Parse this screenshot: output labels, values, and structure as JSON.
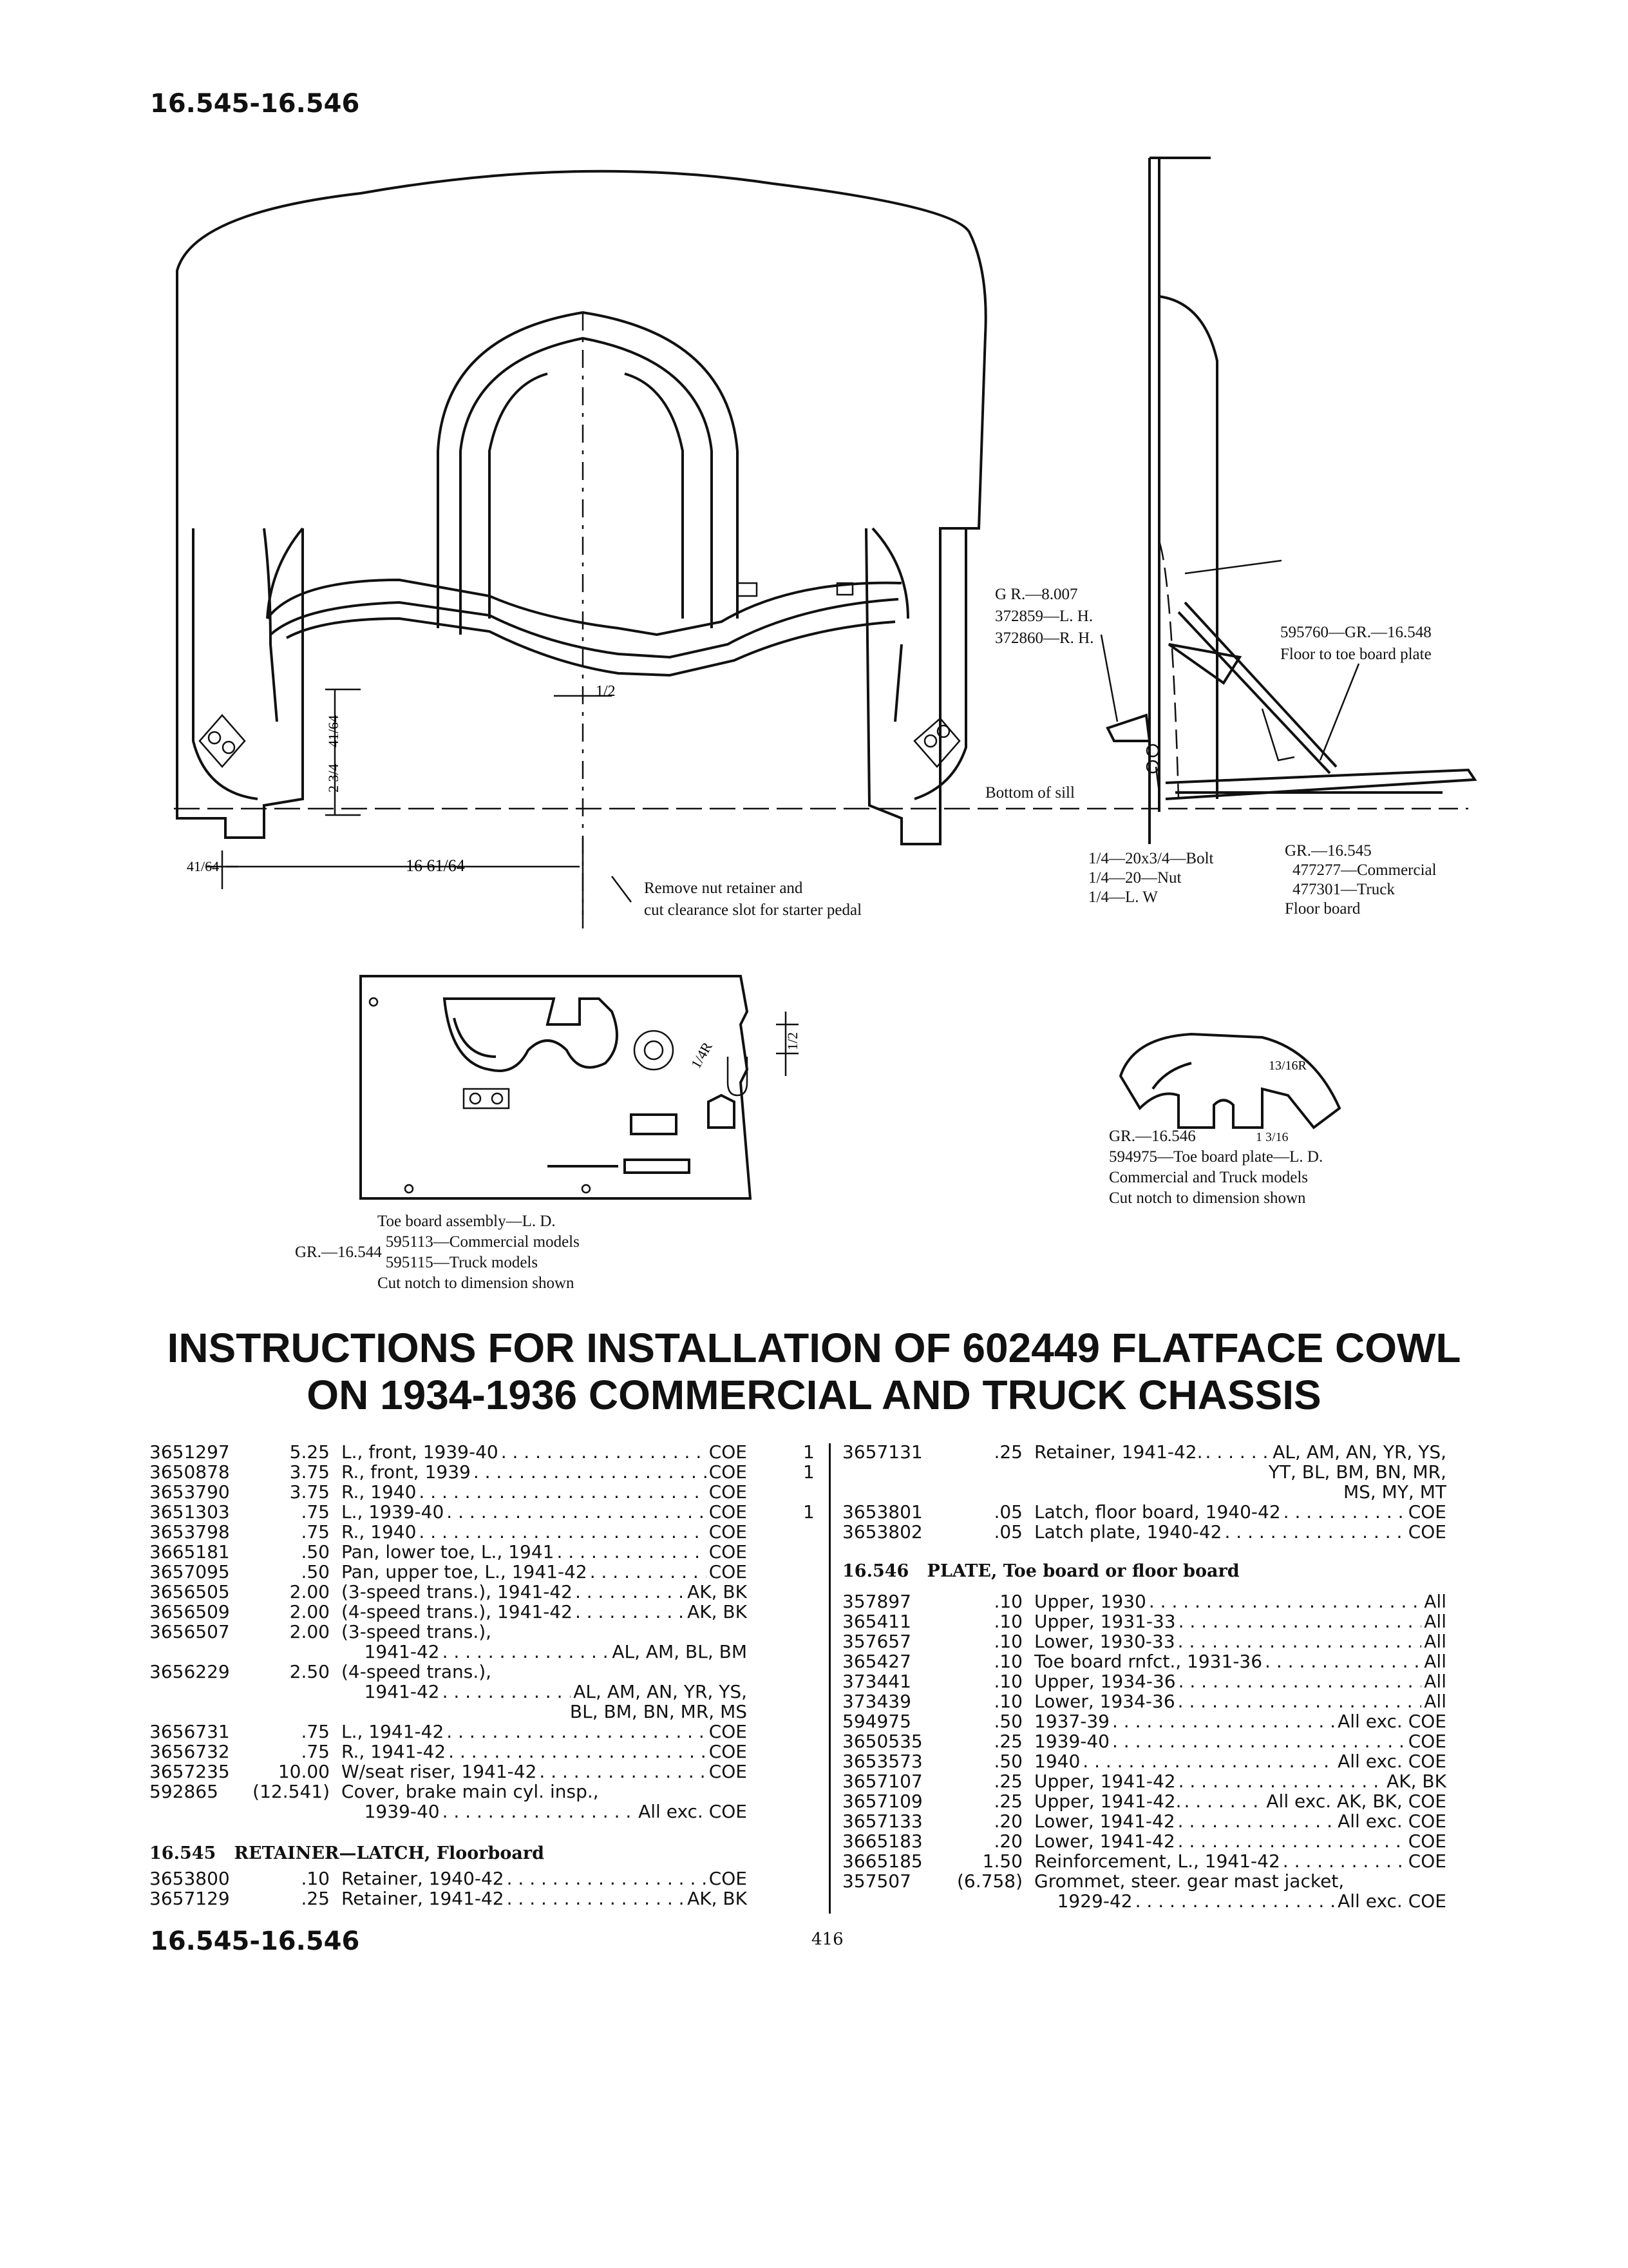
{
  "page_header": "16.545-16.546",
  "page_footer": "16.545-16.546",
  "page_number": "416",
  "title_line1": "INSTRUCTIONS FOR INSTALLATION OF 602449 FLATFACE COWL",
  "title_line2": "ON 1934-1936 COMMERCIAL AND TRUCK CHASSIS",
  "diagram": {
    "dim_half": "1/2",
    "dim_a": "41/64",
    "dim_b": "2 3/4",
    "dim_c": "41/64",
    "dim_d": "16 61/64",
    "remove_note": [
      "Remove nut retainer and",
      "cut clearance slot for starter pedal"
    ],
    "gr_8007": [
      "G R.—8.007",
      "372859—L. H.",
      "372860—R. H."
    ],
    "gr_16548": [
      "595760—GR.—16.548",
      "Floor to toe board plate"
    ],
    "bottom_sill": "Bottom of sill",
    "bolts": [
      "1/4—20x3/4—Bolt",
      "1/4—20—Nut",
      "1/4—L. W"
    ],
    "gr_16545": [
      "GR.—16.545",
      "477277—Commercial",
      "477301—Truck",
      "Floor board"
    ],
    "toe_board_label": [
      "Toe board assembly—L. D.",
      "GR.—16.544",
      "595113—Commercial models",
      "595115—Truck models",
      "Cut notch to dimension shown"
    ],
    "toe_dim": "1/2",
    "toe_radius": "1/4R",
    "plate_radius": "13/16R",
    "plate_dim": "1 3/16",
    "gr_16546": [
      "GR.—16.546",
      "594975—Toe board plate—L. D.",
      "Commercial and Truck models",
      "Cut notch to dimension shown"
    ]
  },
  "left_column": [
    {
      "part": "3651297",
      "price": "5.25",
      "desc": "L., front, 1939-40",
      "models": "COE",
      "qty": "1"
    },
    {
      "part": "3650878",
      "price": "3.75",
      "desc": "R., front, 1939",
      "models": "COE",
      "qty": "1"
    },
    {
      "part": "3653790",
      "price": "3.75",
      "desc": "R., 1940",
      "models": "COE",
      "qty": ""
    },
    {
      "part": "3651303",
      "price": ".75",
      "desc": "L., 1939-40",
      "models": "COE",
      "qty": "1"
    },
    {
      "part": "3653798",
      "price": ".75",
      "desc": "R., 1940",
      "models": "COE",
      "qty": ""
    },
    {
      "part": "3665181",
      "price": ".50",
      "desc": "Pan, lower toe, L., 1941",
      "models": "COE",
      "qty": ""
    },
    {
      "part": "3657095",
      "price": ".50",
      "desc": "Pan, upper toe, L., 1941-42",
      "models": "COE",
      "qty": ""
    },
    {
      "part": "3656505",
      "price": "2.00",
      "desc": "(3-speed trans.), 1941-42",
      "models": "AK, BK",
      "qty": ""
    },
    {
      "part": "3656509",
      "price": "2.00",
      "desc": "(4-speed trans.), 1941-42",
      "models": "AK, BK",
      "qty": ""
    },
    {
      "part": "3656507",
      "price": "2.00",
      "desc": "(3-speed trans.),",
      "models": "",
      "qty": ""
    },
    {
      "part": "",
      "price": "",
      "desc": "    1941-42",
      "models": "AL, AM, BL, BM",
      "qty": ""
    },
    {
      "part": "3656229",
      "price": "2.50",
      "desc": "(4-speed trans.),",
      "models": "",
      "qty": ""
    },
    {
      "part": "",
      "price": "",
      "desc": "    1941-42",
      "models": "AL, AM, AN, YR, YS,",
      "qty": ""
    },
    {
      "part": "",
      "price": "",
      "desc": "",
      "models": "BL, BM, BN, MR, MS",
      "qty": ""
    },
    {
      "part": "3656731",
      "price": ".75",
      "desc": "L., 1941-42",
      "models": "COE",
      "qty": ""
    },
    {
      "part": "3656732",
      "price": ".75",
      "desc": "R., 1941-42",
      "models": "COE",
      "qty": ""
    },
    {
      "part": "3657235",
      "price": "10.00",
      "desc": "W/seat riser, 1941-42",
      "models": "COE",
      "qty": ""
    },
    {
      "part": "592865",
      "price": "(12.541)",
      "desc": "Cover, brake main cyl. insp.,",
      "models": "",
      "qty": ""
    },
    {
      "part": "",
      "price": "",
      "desc": "    1939-40",
      "models": "All exc. COE",
      "qty": ""
    }
  ],
  "section_16545": {
    "code": "16.545",
    "title": "RETAINER—LATCH, Floorboard"
  },
  "left_column_2": [
    {
      "part": "3653800",
      "price": ".10",
      "desc": "Retainer, 1940-42",
      "models": "COE"
    },
    {
      "part": "3657129",
      "price": ".25",
      "desc": "Retainer, 1941-42",
      "models": "AK, BK"
    }
  ],
  "right_column": [
    {
      "part": "3657131",
      "price": ".25",
      "desc": "Retainer, 1941-42.",
      "models": "AL, AM, AN, YR, YS,"
    },
    {
      "part": "",
      "price": "",
      "desc": "",
      "models": "YT, BL, BM, BN, MR,"
    },
    {
      "part": "",
      "price": "",
      "desc": "",
      "models": "MS, MY, MT"
    },
    {
      "part": "3653801",
      "price": ".05",
      "desc": "Latch, floor board, 1940-42",
      "models": "COE"
    },
    {
      "part": "3653802",
      "price": ".05",
      "desc": "Latch plate, 1940-42",
      "models": "COE"
    }
  ],
  "section_16546": {
    "code": "16.546",
    "title": "PLATE, Toe board or floor board"
  },
  "right_column_2": [
    {
      "part": "357897",
      "price": ".10",
      "desc": "Upper, 1930",
      "models": "All"
    },
    {
      "part": "365411",
      "price": ".10",
      "desc": "Upper, 1931-33",
      "models": "All"
    },
    {
      "part": "357657",
      "price": ".10",
      "desc": "Lower, 1930-33",
      "models": "All"
    },
    {
      "part": "365427",
      "price": ".10",
      "desc": "Toe board rnfct., 1931-36",
      "models": "All"
    },
    {
      "part": "373441",
      "price": ".10",
      "desc": "Upper, 1934-36",
      "models": "All"
    },
    {
      "part": "373439",
      "price": ".10",
      "desc": "Lower, 1934-36",
      "models": "All"
    },
    {
      "part": "594975",
      "price": ".50",
      "desc": "1937-39",
      "models": "All exc. COE"
    },
    {
      "part": "3650535",
      "price": ".25",
      "desc": "1939-40",
      "models": "COE"
    },
    {
      "part": "3653573",
      "price": ".50",
      "desc": "1940",
      "models": "All exc. COE"
    },
    {
      "part": "3657107",
      "price": ".25",
      "desc": "Upper, 1941-42",
      "models": "AK, BK"
    },
    {
      "part": "3657109",
      "price": ".25",
      "desc": "Upper, 1941-42.",
      "models": "All exc. AK, BK, COE"
    },
    {
      "part": "3657133",
      "price": ".20",
      "desc": "Lower, 1941-42",
      "models": "All exc. COE"
    },
    {
      "part": "3665183",
      "price": ".20",
      "desc": "Lower, 1941-42",
      "models": "COE"
    },
    {
      "part": "3665185",
      "price": "1.50",
      "desc": "Reinforcement, L., 1941-42",
      "models": "COE"
    },
    {
      "part": "357507",
      "price": "(6.758)",
      "desc": "Grommet, steer. gear mast jacket,",
      "models": ""
    },
    {
      "part": "",
      "price": "",
      "desc": "    1929-42",
      "models": "All exc. COE"
    }
  ]
}
